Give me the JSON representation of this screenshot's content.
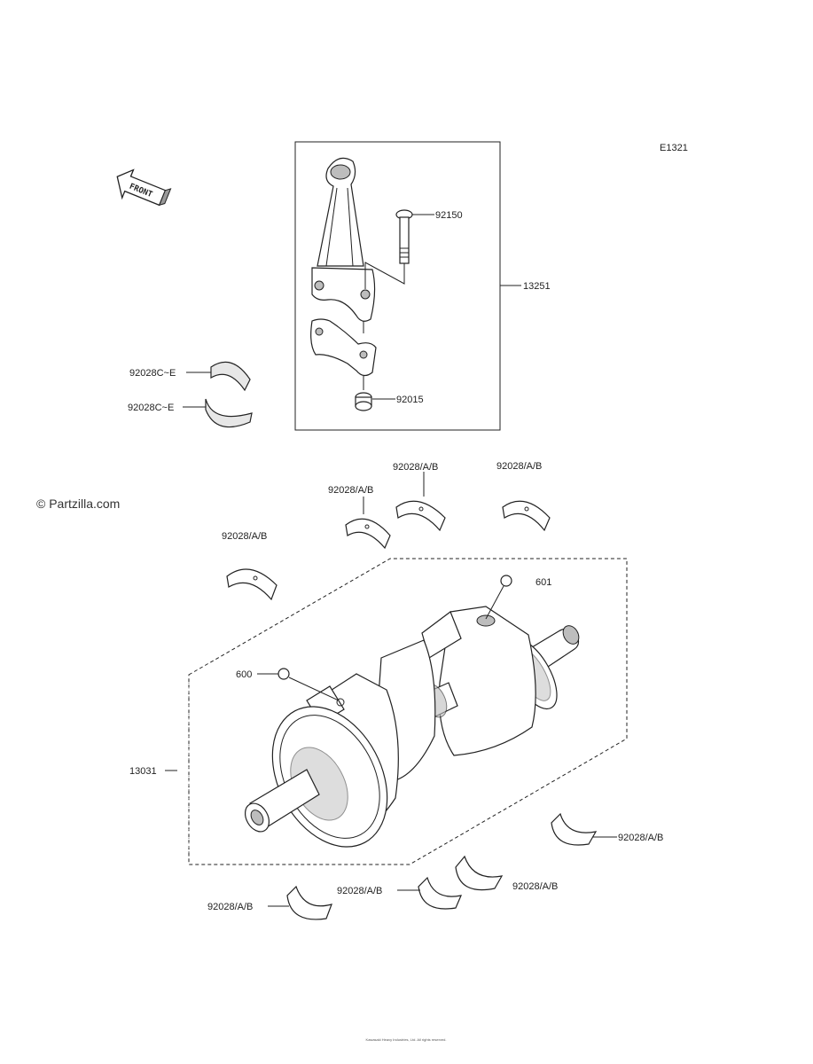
{
  "diagram_code": "E1321",
  "front_marker": "FRONT",
  "watermark": "© Partzilla.com",
  "labels": {
    "bolt": "92150",
    "connecting_rod": "13251",
    "nut": "92015",
    "rod_bearing_upper": "92028C~E",
    "rod_bearing_lower": "92028C~E",
    "crankshaft": "13031",
    "mark_600": "600",
    "mark_601": "601",
    "main_bearing_1": "92028/A/B",
    "main_bearing_2": "92028/A/B",
    "main_bearing_3": "92028/A/B",
    "main_bearing_4": "92028/A/B",
    "main_bearing_5": "92028/A/B",
    "main_bearing_6": "92028/A/B",
    "main_bearing_7": "92028/A/B",
    "main_bearing_8": "92028/A/B"
  },
  "footer": "Kawasaki Heavy Industries, Ltd. All rights reserved."
}
